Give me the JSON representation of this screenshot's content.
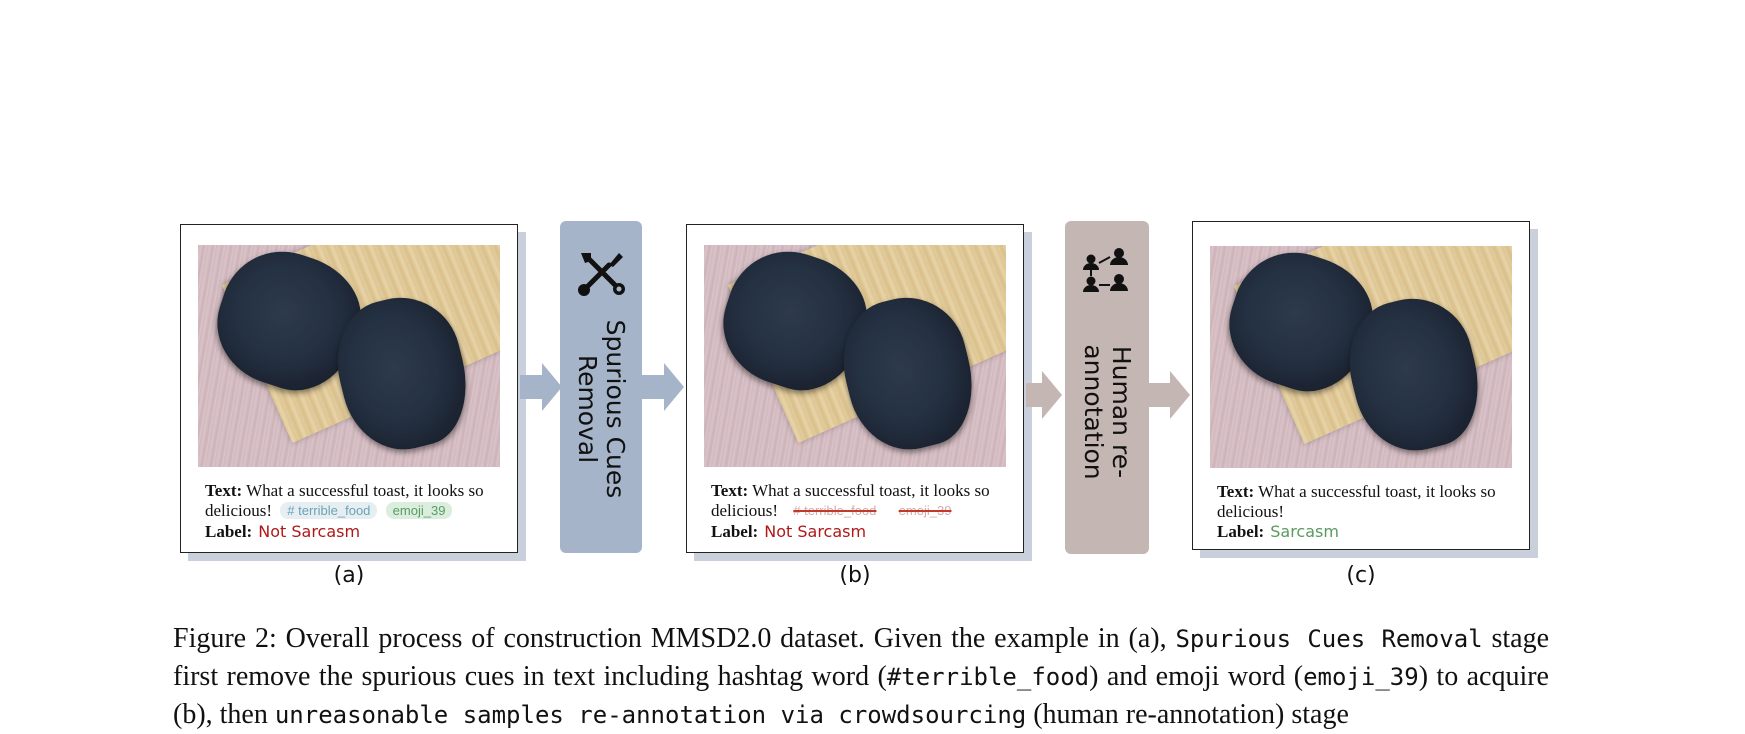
{
  "panels": [
    {
      "text_label": "Text:",
      "text_line1": "What a successful toast, it looks so",
      "text_line2": "delicious!",
      "tags": [
        "# terrible_food",
        "emoji_39"
      ],
      "label_label": "Label:",
      "label_value": "Not Sarcasm",
      "sub": "(a)"
    },
    {
      "text_label": "Text:",
      "text_line1": "What a successful toast, it looks so",
      "text_line2": "delicious!",
      "tags": [
        "# terrible_food",
        "emoji_39"
      ],
      "label_label": "Label:",
      "label_value": "Not Sarcasm",
      "sub": "(b)"
    },
    {
      "text_label": "Text:",
      "text_line1": "What a successful toast, it looks so",
      "text_line2": "delicious!",
      "label_label": "Label:",
      "label_value": "Sarcasm",
      "sub": "(c)"
    }
  ],
  "stages": {
    "spurious": "Spurious Cues\nRemoval",
    "human": "Human re-\nannotation"
  },
  "colors": {
    "stage_blue": "#a5b4c8",
    "stage_taupe": "#c3b6b3",
    "label_red": "#b01818",
    "label_green": "#5a9a5e",
    "hashtag": "#6aa3b8",
    "emoji": "#5a9a66"
  },
  "icons": {
    "stage1": "tools-icon",
    "stage2": "crowd-network-icon"
  },
  "caption": {
    "prefix": "Figure 2: Overall process of construction MMSD2.0 dataset. Given the example in (a), ",
    "mono1": "Spurious Cues Removal",
    "mid1": " stage first remove the spurious cues in text including hashtag word (",
    "mono2": "#terrible_food",
    "mid2": ") and emoji word (",
    "mono3": "emoji_39",
    "mid3": ") to acquire (b), then ",
    "mono4": "unreasonable samples re-annotation via crowdsourcing",
    "suffix": " (human re-annotation) stage"
  }
}
